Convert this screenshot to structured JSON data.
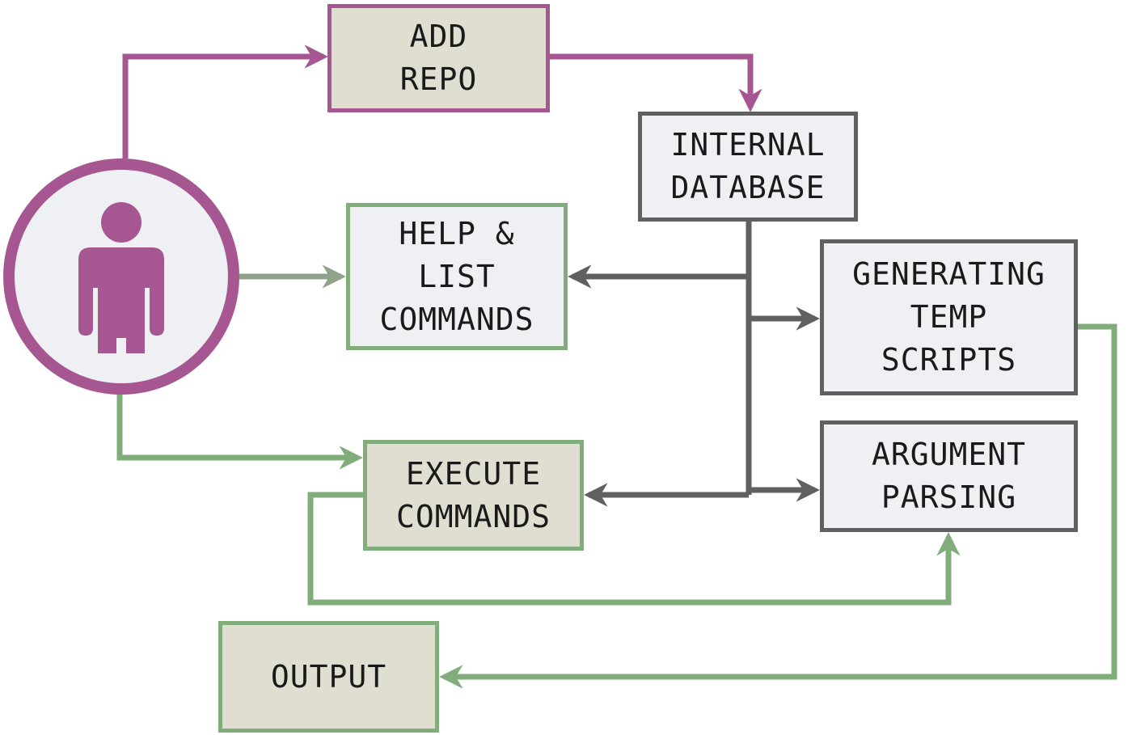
{
  "diagram": {
    "nodes": {
      "add_repo": {
        "lines": [
          "ADD",
          "REPO"
        ]
      },
      "internal_database": {
        "lines": [
          "INTERNAL",
          "DATABASE"
        ]
      },
      "help_list": {
        "lines": [
          "HELP &",
          "LIST",
          "COMMANDS"
        ]
      },
      "generating_temp": {
        "lines": [
          "GENERATING",
          "TEMP",
          "SCRIPTS"
        ]
      },
      "argument_parsing": {
        "lines": [
          "ARGUMENT",
          "PARSING"
        ]
      },
      "execute_commands": {
        "lines": [
          "EXECUTE",
          "COMMANDS"
        ]
      },
      "output": {
        "lines": [
          "OUTPUT"
        ]
      }
    },
    "actor": {
      "icon": "user-icon"
    },
    "colors": {
      "purple": "#a65792",
      "green": "#80ad7a",
      "gray": "#606060",
      "box_beige": "#e0ded1",
      "box_light": "#eef0f4"
    }
  }
}
